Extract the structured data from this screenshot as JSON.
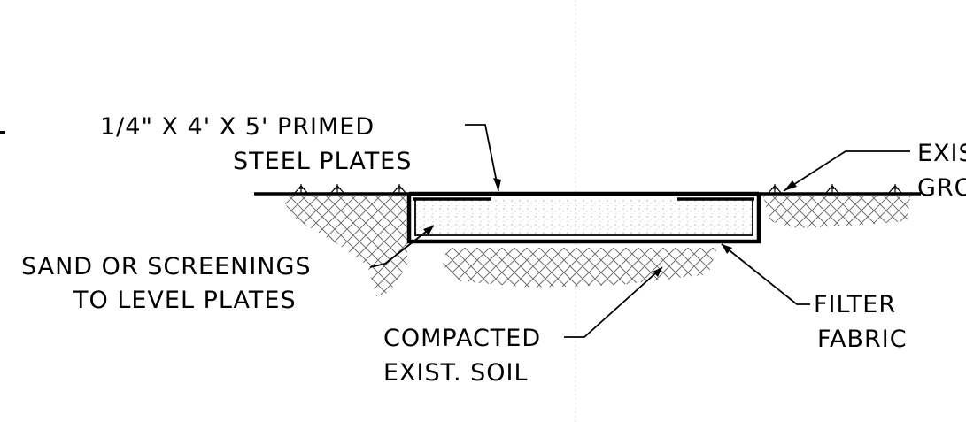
{
  "labels": {
    "plates_line1": "1/4\" X 4' X 5' PRIMED",
    "plates_line2": "STEEL PLATES",
    "exist_line1": "EXIST",
    "exist_line2": "GROU",
    "sand_line1": "SAND OR SCREENINGS",
    "sand_line2": "TO LEVEL PLATES",
    "filter_line1": "FILTER",
    "filter_line2": "FABRIC",
    "soil_line1": "COMPACTED",
    "soil_line2": "EXIST. SOIL"
  }
}
